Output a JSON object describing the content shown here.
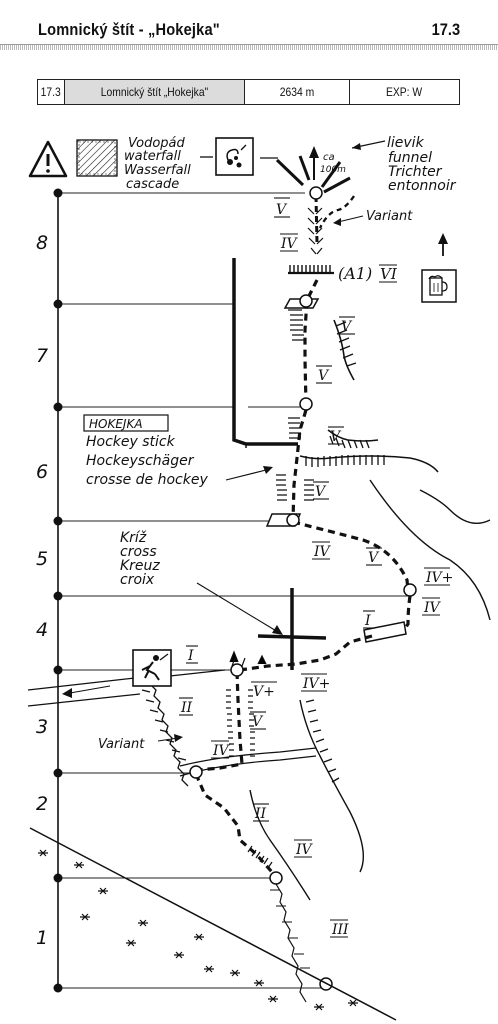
{
  "header": {
    "title": "Lomnický štít - „Hokejka\"",
    "number": "17.3"
  },
  "info": {
    "id": "17.3",
    "name": "Lomnický štít „Hokejka\"",
    "altitude": "2634 m",
    "exposure": "EXP: W"
  },
  "legend": {
    "waterfall": [
      "Vodopád",
      "waterfall",
      "Wasserfall",
      "cascade"
    ],
    "funnel": [
      "lievik",
      "funnel",
      "Trichter",
      "entonnoir"
    ],
    "ca": "ca",
    "distance": "100m",
    "warning_icon": "warning-triangle-icon",
    "waterfall_icon": "waterfall-hatch-icon",
    "rockfall_icon": "rockfall-icon",
    "beer_icon": "beer-mug-icon",
    "descent_icon": "descent-person-icon",
    "north_arrow_icon": "up-arrow-icon"
  },
  "annotations": {
    "hokejka_box": "HOKEJKA",
    "hockey": [
      "Hockey stick",
      "Hockeyschäger",
      "crosse de hockey"
    ],
    "cross": [
      "Kríž",
      "cross",
      "Kreuz",
      "croix"
    ],
    "variant_top": "Variant",
    "variant_bottom": "Variant"
  },
  "pitches": [
    "1",
    "2",
    "3",
    "4",
    "5",
    "6",
    "7",
    "8"
  ],
  "grades": {
    "p8a": "V",
    "p8b": "IV",
    "a1": "(A1)",
    "a1grade": "VI",
    "p7a": "V",
    "p7b": "V",
    "p6a": "V",
    "p6b": "V",
    "p5a": "IV",
    "p5b": "V",
    "p5c": "IV+",
    "p4a": "IV",
    "p4b": "I",
    "p4c": "IV+",
    "p4d": "V+",
    "p3a": "I",
    "p3b": "II",
    "p3c": "V",
    "p3d": "IV",
    "p2a": "II",
    "p2b": "IV",
    "p1": "III"
  }
}
